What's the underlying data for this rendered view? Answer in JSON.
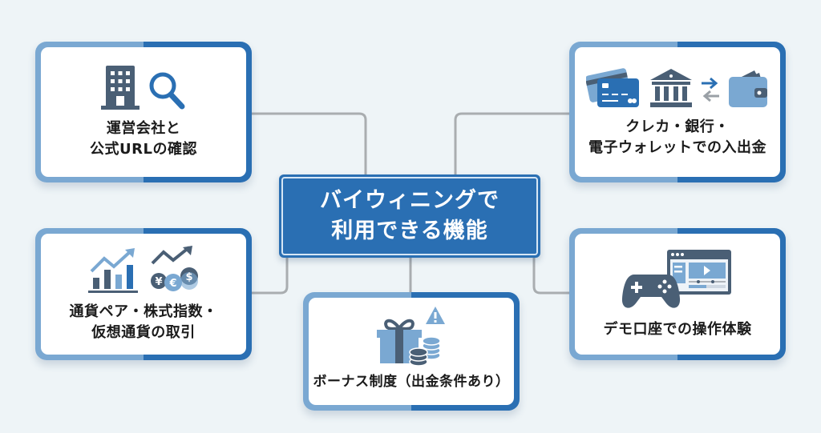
{
  "center": {
    "title_line1": "バイウィニングで",
    "title_line2": "利用できる機能"
  },
  "colors": {
    "primary_blue": "#2a6fb3",
    "light_blue": "#7aa8d2",
    "icon_slate": "#4a5f75",
    "connector_gray": "#a9adb0",
    "background": "#eef4f7"
  },
  "features": [
    {
      "id": "company-check",
      "line1": "運営会社と",
      "line2": "公式URLの確認",
      "icons": [
        "building-icon",
        "magnifier-icon"
      ]
    },
    {
      "id": "deposit-withdraw",
      "line1": "クレカ・銀行・",
      "line2": "電子ウォレットでの入出金",
      "icons": [
        "credit-card-icon",
        "bank-icon",
        "transfer-arrows-icon",
        "wallet-icon"
      ]
    },
    {
      "id": "trading",
      "line1": "通貨ペア・株式指数・",
      "line2": "仮想通貨の取引",
      "icons": [
        "bar-chart-icon",
        "currency-coins-icon"
      ]
    },
    {
      "id": "bonus",
      "line1": "ボーナス制度（出金条件あり）",
      "line2": "",
      "icons": [
        "gift-icon",
        "warning-icon",
        "coin-stack-icon"
      ]
    },
    {
      "id": "demo",
      "line1": "デモ口座での操作体験",
      "line2": "",
      "icons": [
        "gamepad-icon",
        "video-window-icon"
      ]
    }
  ],
  "currency_symbols": {
    "yen": "¥",
    "euro": "€",
    "dollar": "$"
  }
}
